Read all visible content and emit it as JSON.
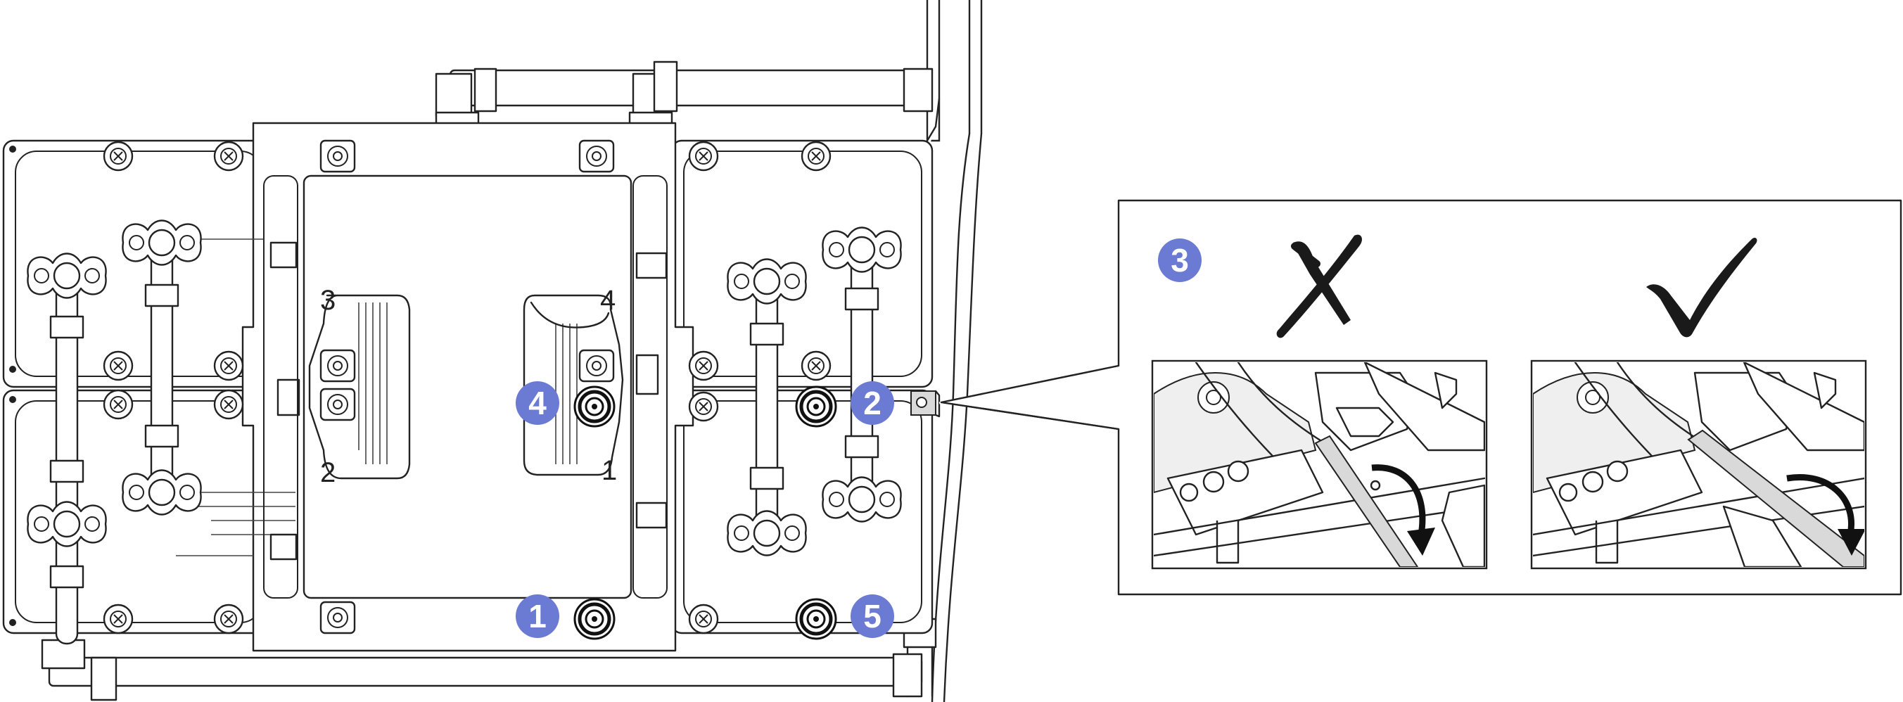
{
  "figure": {
    "position_labels": [
      "1",
      "2",
      "3",
      "4"
    ],
    "steps": [
      {
        "number": "1"
      },
      {
        "number": "2"
      },
      {
        "number": "3"
      },
      {
        "number": "4"
      },
      {
        "number": "5"
      }
    ],
    "callout": {
      "wrong_icon": "cross-mark-icon",
      "right_icon": "check-mark-icon"
    },
    "colors": {
      "badge": "#6b7bd4",
      "line": "#222222",
      "shade": "#d9d9d9"
    }
  }
}
